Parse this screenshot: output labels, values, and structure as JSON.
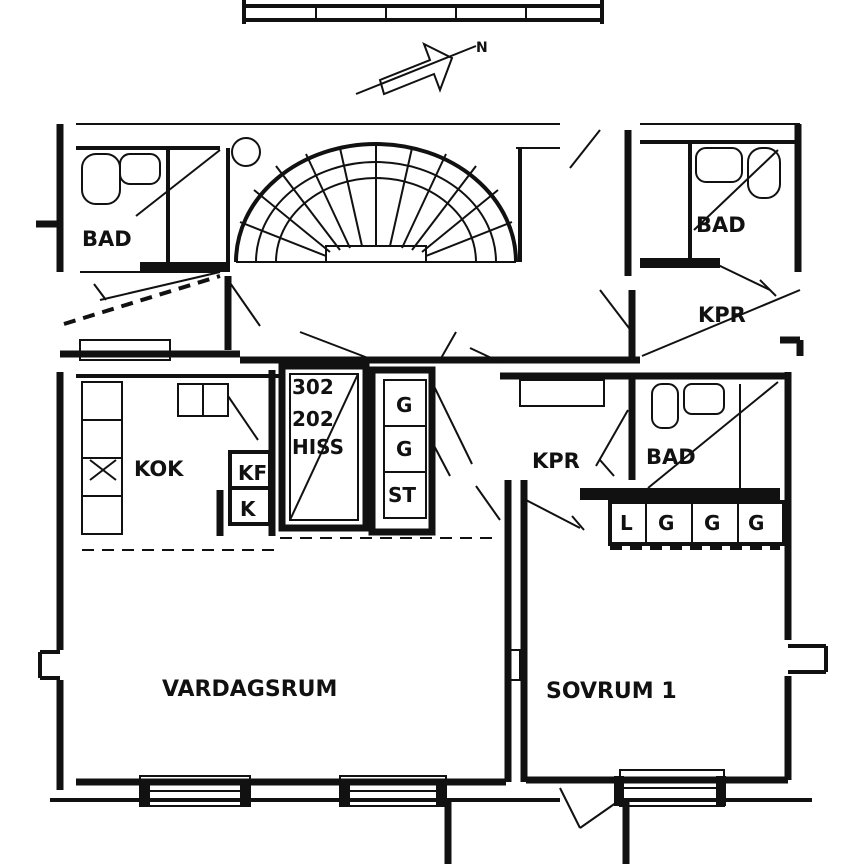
{
  "rooms": {
    "bad_top_left": "BAD",
    "bad_top_right": "BAD",
    "kpr_top_right": "KPR",
    "kok": "KOK",
    "kf": "KF",
    "k": "K",
    "elevator_302": "302",
    "elevator_202": "202",
    "hiss": "HISS",
    "g1": "G",
    "g2": "G",
    "st": "ST",
    "kpr_mid": "KPR",
    "bad_mid": "BAD",
    "l": "L",
    "g3": "G",
    "g4": "G",
    "g5": "G",
    "vardagsrum": "VARDAGSRUM",
    "sovrum": "SOVRUM 1"
  },
  "compass": {
    "north": "N"
  }
}
